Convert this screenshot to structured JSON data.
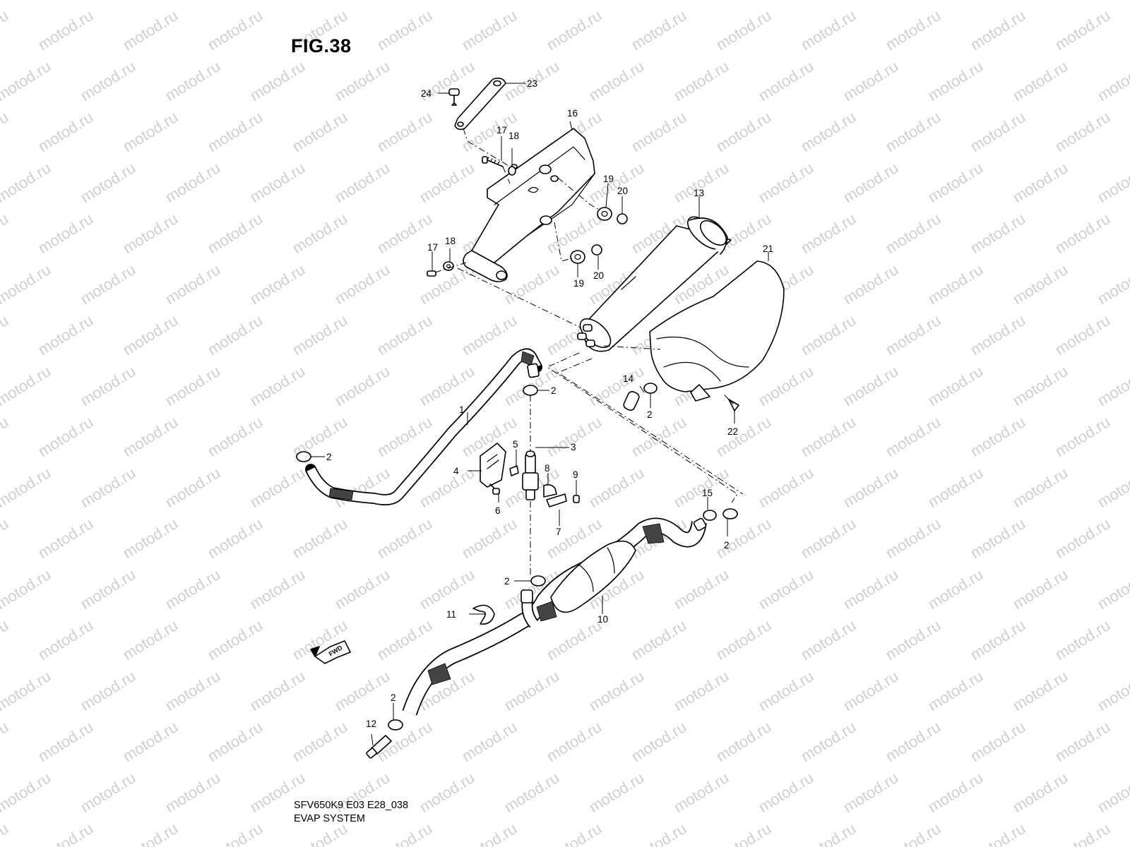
{
  "figure": {
    "title": "FIG.38",
    "code": "SFV650K9 E03 E28_038",
    "name": "EVAP SYSTEM"
  },
  "watermark": "motod.ru",
  "direction_marker": "FWD",
  "callouts": [
    "1",
    "2",
    "3",
    "4",
    "5",
    "6",
    "7",
    "8",
    "9",
    "10",
    "11",
    "12",
    "13",
    "14",
    "15",
    "16",
    "17",
    "18",
    "19",
    "20",
    "21",
    "22",
    "23",
    "24"
  ]
}
